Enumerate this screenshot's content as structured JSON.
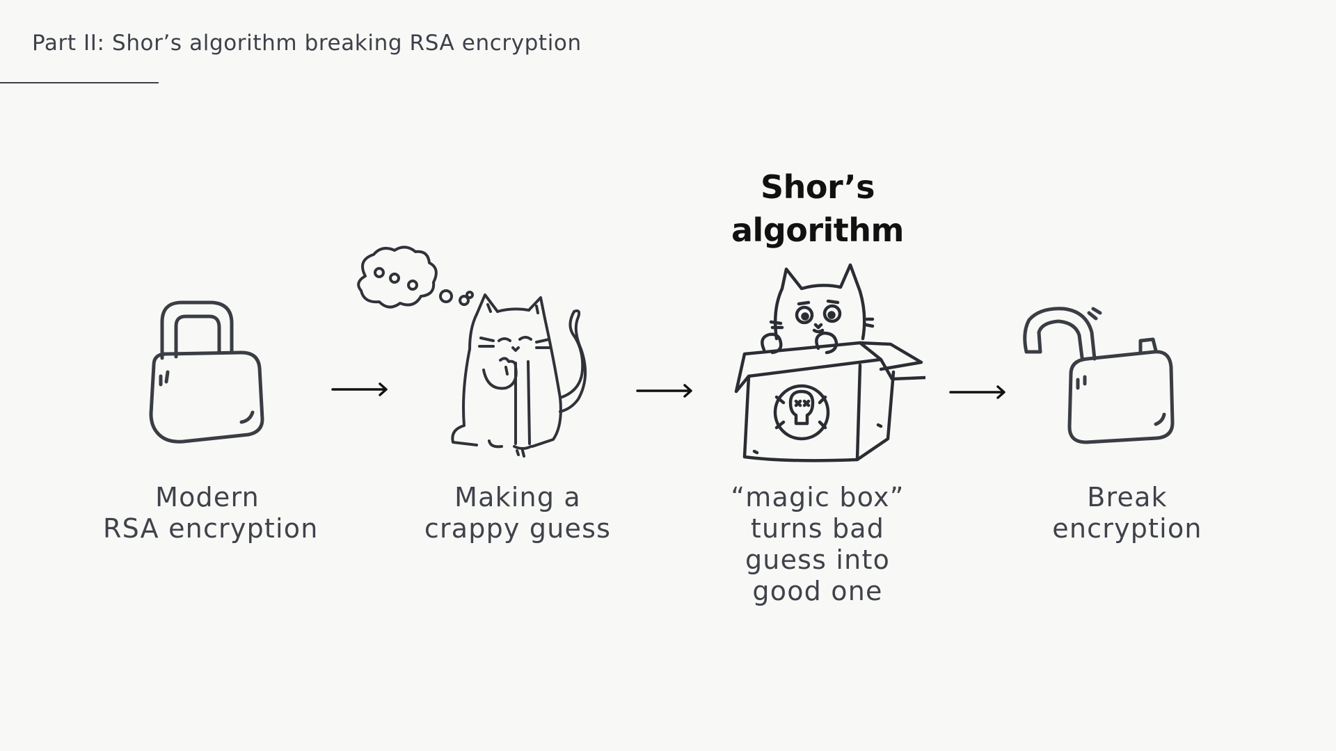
{
  "header": {
    "title": "Part II: Shor’s algorithm breaking RSA encryption"
  },
  "diagram_heading": {
    "line1": "Shor’s",
    "line2": "algorithm"
  },
  "stages": [
    {
      "icon": "lock-icon",
      "lines": [
        "Modern",
        "RSA encryption"
      ]
    },
    {
      "icon": "thinking-cat-icon",
      "lines": [
        "Making a",
        "crappy guess"
      ]
    },
    {
      "icon": "cat-in-box-icon",
      "lines": [
        "“magic box”",
        "turns bad",
        "guess into",
        "good one"
      ]
    },
    {
      "icon": "unlocked-padlock-icon",
      "lines": [
        "Break",
        "encryption"
      ]
    }
  ],
  "colors": {
    "background": "#f8f8f6",
    "ink": "#3d4049",
    "heading": "#111111"
  }
}
